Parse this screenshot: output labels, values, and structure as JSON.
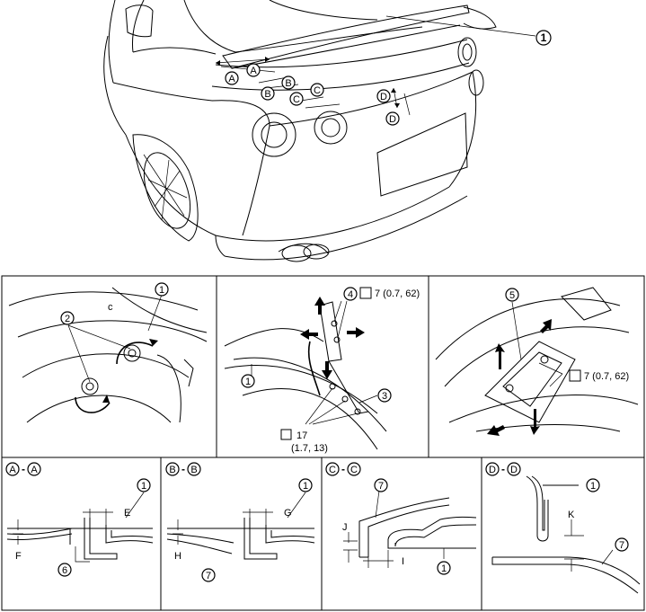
{
  "callouts": {
    "c1": "1",
    "c2": "2",
    "c3": "3",
    "c4": "4",
    "c5": "5",
    "c6": "6",
    "c7": "7"
  },
  "section_letters": {
    "a": "A",
    "b": "B",
    "c": "C",
    "d": "D"
  },
  "torque_1": "7 (0.7, 62)",
  "torque_2": "17",
  "torque_2b": "(1.7, 13)",
  "torque_3": "7 (0.7, 62)",
  "sections": {
    "aa": {
      "title_sep": "-",
      "dim1": "E",
      "dim2": "F"
    },
    "bb": {
      "title_sep": "-",
      "dim1": "G",
      "dim2": "H"
    },
    "cc": {
      "title_sep": "-",
      "dim1": "J",
      "dim2": "I"
    },
    "dd": {
      "title_sep": "-",
      "dim1": "K"
    }
  }
}
